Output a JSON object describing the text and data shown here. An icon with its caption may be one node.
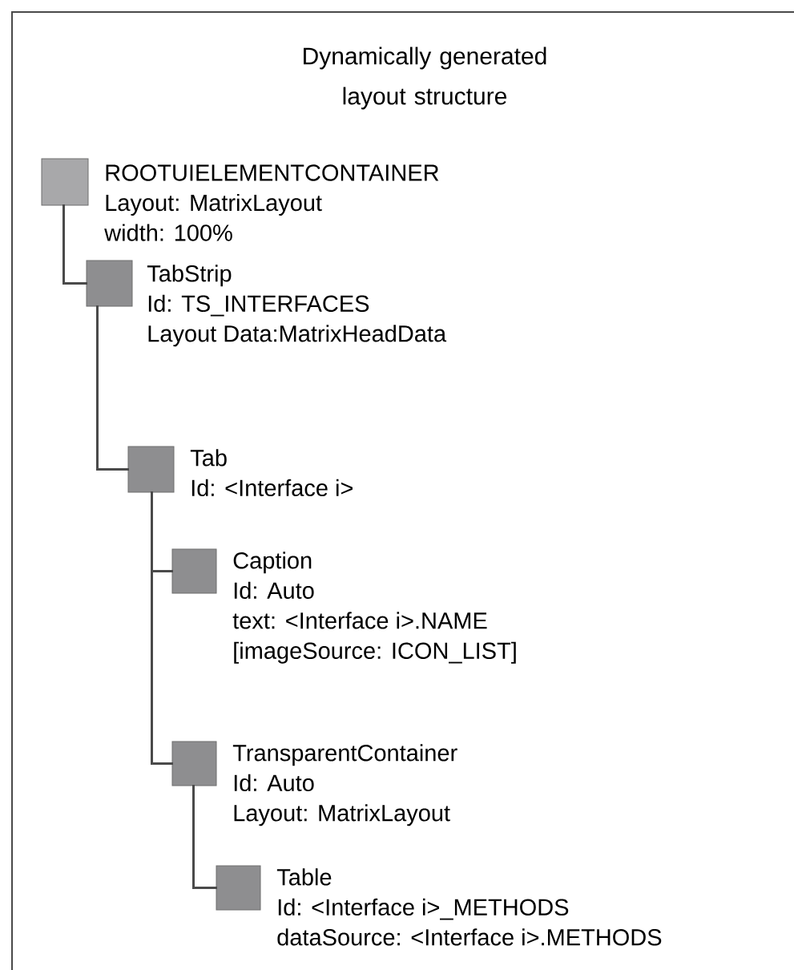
{
  "diagram": {
    "title": "Dynamically generated layout structure",
    "nodes": [
      {
        "text": [],
        "shape": "box",
        "beside": [
          "ROOTUIELEMENTCONTAINER",
          "Layout: MatrixLayout",
          "width: 100%"
        ]
      },
      {
        "text": [],
        "shape": "box",
        "beside": [
          "TabStrip",
          "Id: TS_INTERFACES",
          "Layout Data:MatrixHeadData"
        ]
      },
      {
        "text": [],
        "shape": "box",
        "beside": [
          "Tab",
          "Id: <Interface i>"
        ]
      },
      {
        "text": [],
        "shape": "box",
        "beside": [
          "Caption",
          "Id: Auto",
          "text: <Interface i>.NAME",
          "[imageSource: ICON_LIST]"
        ]
      },
      {
        "text": [],
        "shape": "box",
        "beside": [
          "TransparentContainer",
          "Id: Auto",
          "Layout: MatrixLayout"
        ]
      },
      {
        "text": [],
        "shape": "box",
        "beside": [
          "Table",
          "Id: <Interface i>_METHODS",
          "dataSource: <Interface i>.METHODS"
        ]
      }
    ],
    "edges": [
      {
        "from": 0,
        "to": 1,
        "arrow": "none"
      },
      {
        "from": 1,
        "to": 2,
        "arrow": "none"
      },
      {
        "from": 2,
        "to": 3,
        "arrow": "none"
      },
      {
        "from": 2,
        "to": 4,
        "arrow": "none"
      },
      {
        "from": 4,
        "to": 5,
        "arrow": "none"
      }
    ]
  }
}
